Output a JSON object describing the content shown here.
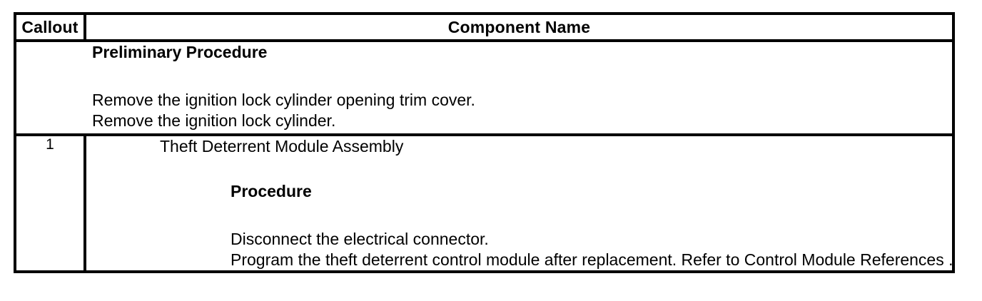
{
  "table": {
    "headers": {
      "callout": "Callout",
      "component_name": "Component Name"
    },
    "rows": [
      {
        "callout": "",
        "heading": "Preliminary Procedure",
        "heading_bold": true,
        "lines": [
          "Remove the ignition lock cylinder opening trim cover.",
          "Remove the ignition lock cylinder."
        ]
      },
      {
        "callout": "1",
        "title": "Theft Deterrent Module Assembly",
        "sub_heading": "Procedure",
        "lines": [
          "Disconnect the electrical connector.",
          "Program the theft deterrent control module after replacement. Refer to Control Module References ."
        ]
      }
    ]
  },
  "colors": {
    "border": "#000000",
    "text": "#000000",
    "background": "#ffffff"
  }
}
